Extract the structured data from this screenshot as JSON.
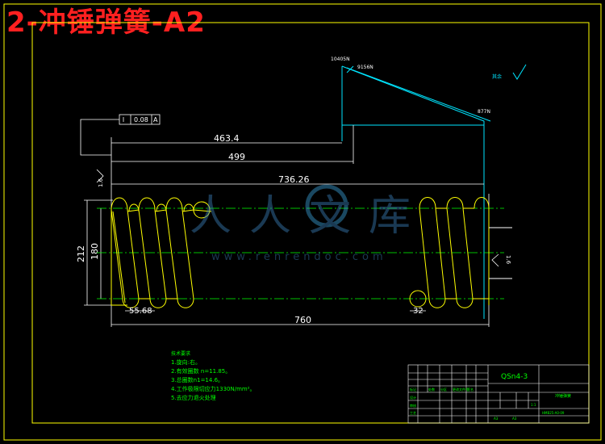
{
  "title": "2-冲锤弹簧-A2",
  "loads": {
    "f1": "10405N",
    "f2": "9156N",
    "f3": "877N"
  },
  "surface_symbol": "其余",
  "tolerance": {
    "value": "0.08",
    "datum": "A"
  },
  "dimensions": {
    "len_463": "463.4",
    "len_499": "499",
    "len_736": "736.26",
    "len_760": "760",
    "pitch": "55.68",
    "wire": "32",
    "outer_dia": "212",
    "mid_dia": "180",
    "ra_left": "1.6",
    "ra_right": "1.6"
  },
  "notes": {
    "heading": "技术要求",
    "lines": [
      "1.旋向:右。",
      "2.有效圈数 n=11.85。",
      "3.总圈数n1=14.6。",
      "4.工作极限切应力1330N/mm²。",
      "5.去应力退火处理"
    ]
  },
  "title_block": {
    "material": "QSn4-3",
    "part_name": "冲锤弹簧",
    "drawing_no": "HMB25-A0-09",
    "scale": "1:1",
    "format": "A3",
    "row_labels": [
      "标记",
      "设计",
      "审核",
      "工艺"
    ],
    "col_labels": [
      "处数",
      "分区",
      "更改文件号",
      "签名"
    ]
  },
  "watermark": {
    "brand": "人人文库",
    "url": "www.renrendoc.com"
  },
  "colors": {
    "frame": "#ffff00",
    "spring": "#ffff00",
    "dimension": "#ffffff",
    "diagram": "#00e5ff",
    "centerline": "#00ff00",
    "title": "#ff2020",
    "notes": "#00ff00"
  }
}
